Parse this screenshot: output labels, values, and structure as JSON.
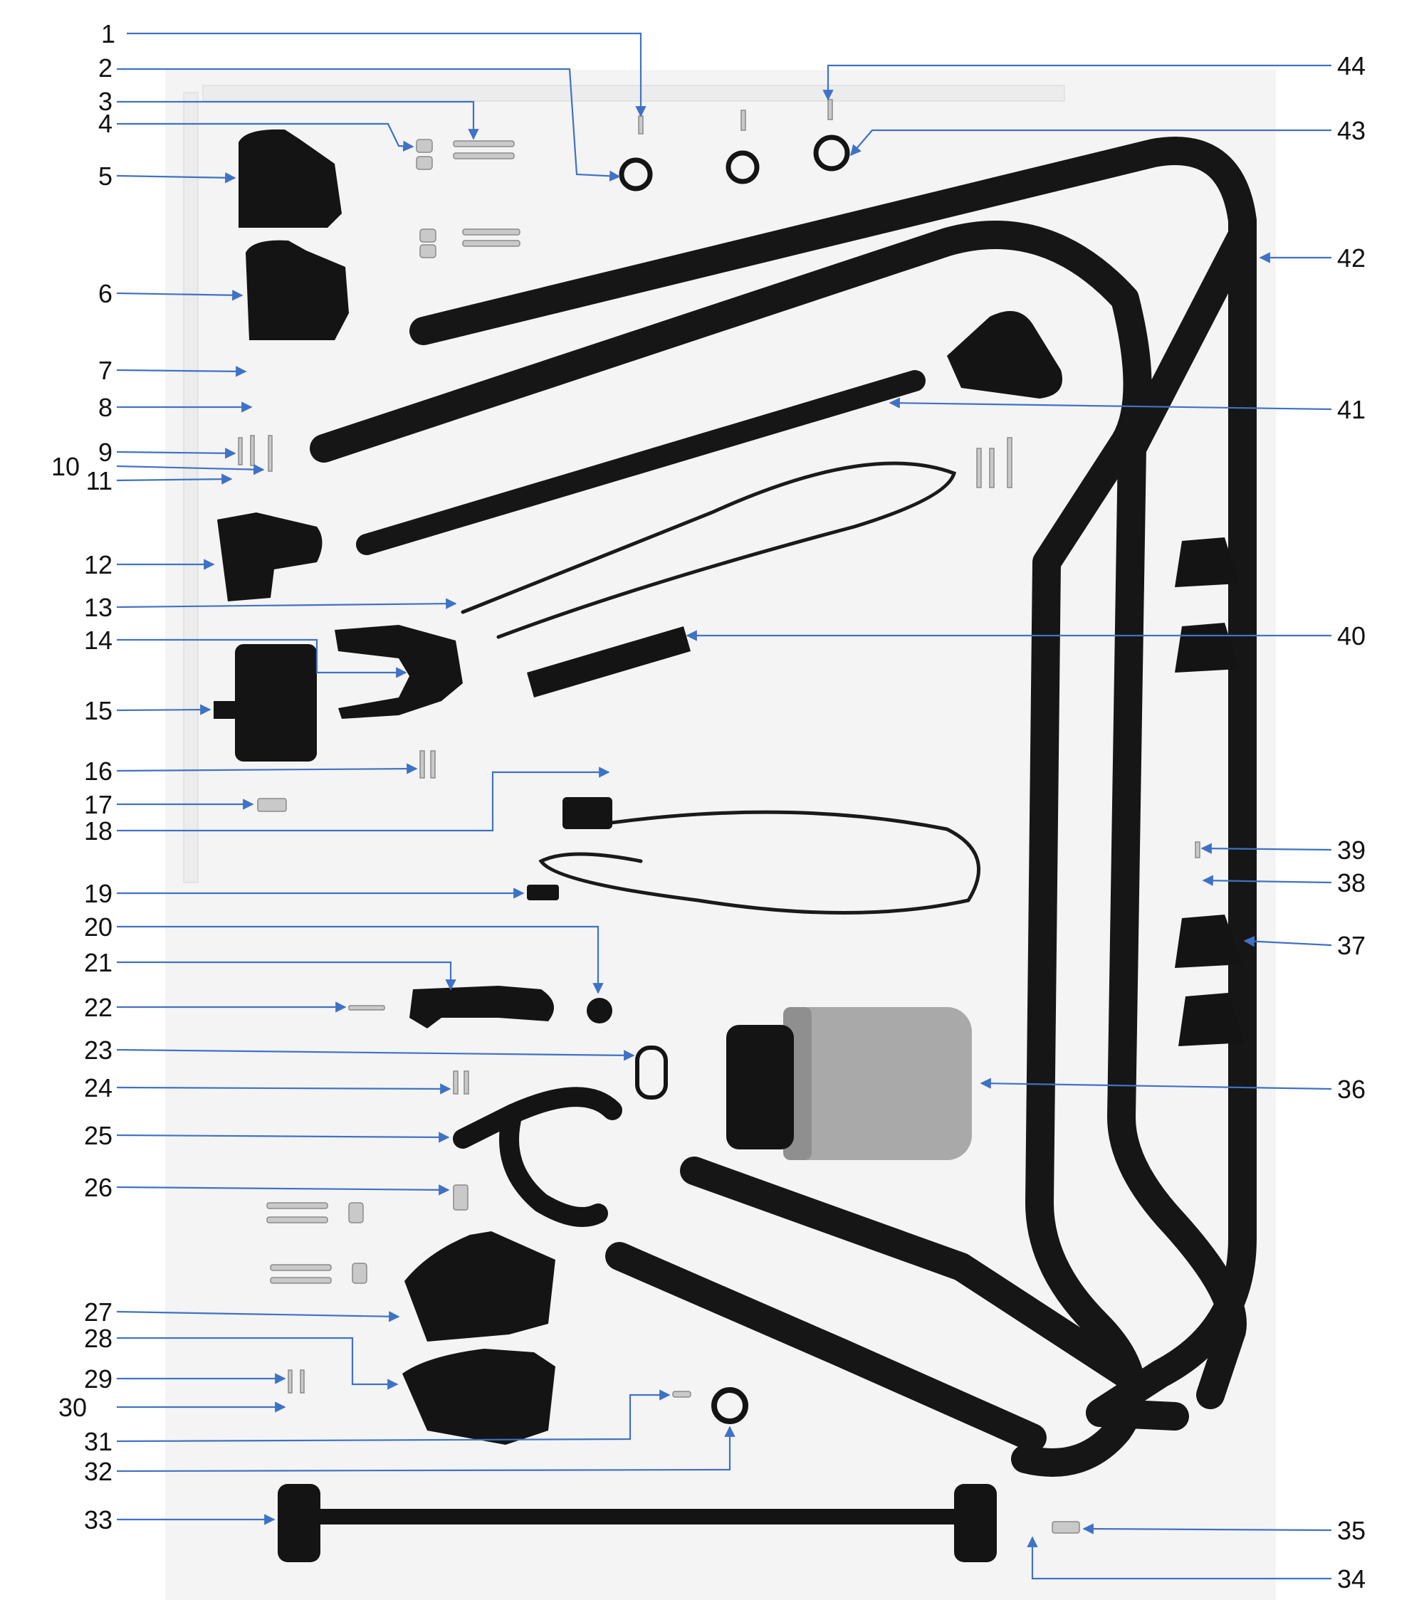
{
  "figure": {
    "background": "#ffffff",
    "board_color": "#f4f4f4",
    "leader_color": "#3f72c4",
    "part_color": "#141414",
    "motor_color": "#a9a9a9",
    "callouts": [
      {
        "id": 1,
        "label": "1",
        "side": "left"
      },
      {
        "id": 2,
        "label": "2",
        "side": "left"
      },
      {
        "id": 3,
        "label": "3",
        "side": "left"
      },
      {
        "id": 4,
        "label": "4",
        "side": "left"
      },
      {
        "id": 5,
        "label": "5",
        "side": "left"
      },
      {
        "id": 6,
        "label": "6",
        "side": "left"
      },
      {
        "id": 7,
        "label": "7",
        "side": "left"
      },
      {
        "id": 8,
        "label": "8",
        "side": "left"
      },
      {
        "id": 9,
        "label": "9",
        "side": "left"
      },
      {
        "id": 10,
        "label": "10",
        "side": "left"
      },
      {
        "id": 11,
        "label": "11",
        "side": "left"
      },
      {
        "id": 12,
        "label": "12",
        "side": "left"
      },
      {
        "id": 13,
        "label": "13",
        "side": "left"
      },
      {
        "id": 14,
        "label": "14",
        "side": "left"
      },
      {
        "id": 15,
        "label": "15",
        "side": "left"
      },
      {
        "id": 16,
        "label": "16",
        "side": "left"
      },
      {
        "id": 17,
        "label": "17",
        "side": "left"
      },
      {
        "id": 18,
        "label": "18",
        "side": "left"
      },
      {
        "id": 19,
        "label": "19",
        "side": "left"
      },
      {
        "id": 20,
        "label": "20",
        "side": "left"
      },
      {
        "id": 21,
        "label": "21",
        "side": "left"
      },
      {
        "id": 22,
        "label": "22",
        "side": "left"
      },
      {
        "id": 23,
        "label": "23",
        "side": "left"
      },
      {
        "id": 24,
        "label": "24",
        "side": "left"
      },
      {
        "id": 25,
        "label": "25",
        "side": "left"
      },
      {
        "id": 26,
        "label": "26",
        "side": "left"
      },
      {
        "id": 27,
        "label": "27",
        "side": "left"
      },
      {
        "id": 28,
        "label": "28",
        "side": "left"
      },
      {
        "id": 29,
        "label": "29",
        "side": "left"
      },
      {
        "id": 30,
        "label": "30",
        "side": "left"
      },
      {
        "id": 31,
        "label": "31",
        "side": "left"
      },
      {
        "id": 32,
        "label": "32",
        "side": "left"
      },
      {
        "id": 33,
        "label": "33",
        "side": "left"
      },
      {
        "id": 34,
        "label": "34",
        "side": "right"
      },
      {
        "id": 35,
        "label": "35",
        "side": "right"
      },
      {
        "id": 36,
        "label": "36",
        "side": "right"
      },
      {
        "id": 37,
        "label": "37",
        "side": "right"
      },
      {
        "id": 38,
        "label": "38",
        "side": "right"
      },
      {
        "id": 39,
        "label": "39",
        "side": "right"
      },
      {
        "id": 40,
        "label": "40",
        "side": "right"
      },
      {
        "id": 41,
        "label": "41",
        "side": "right"
      },
      {
        "id": 42,
        "label": "42",
        "side": "right"
      },
      {
        "id": 43,
        "label": "43",
        "side": "right"
      },
      {
        "id": 44,
        "label": "44",
        "side": "right"
      }
    ]
  }
}
